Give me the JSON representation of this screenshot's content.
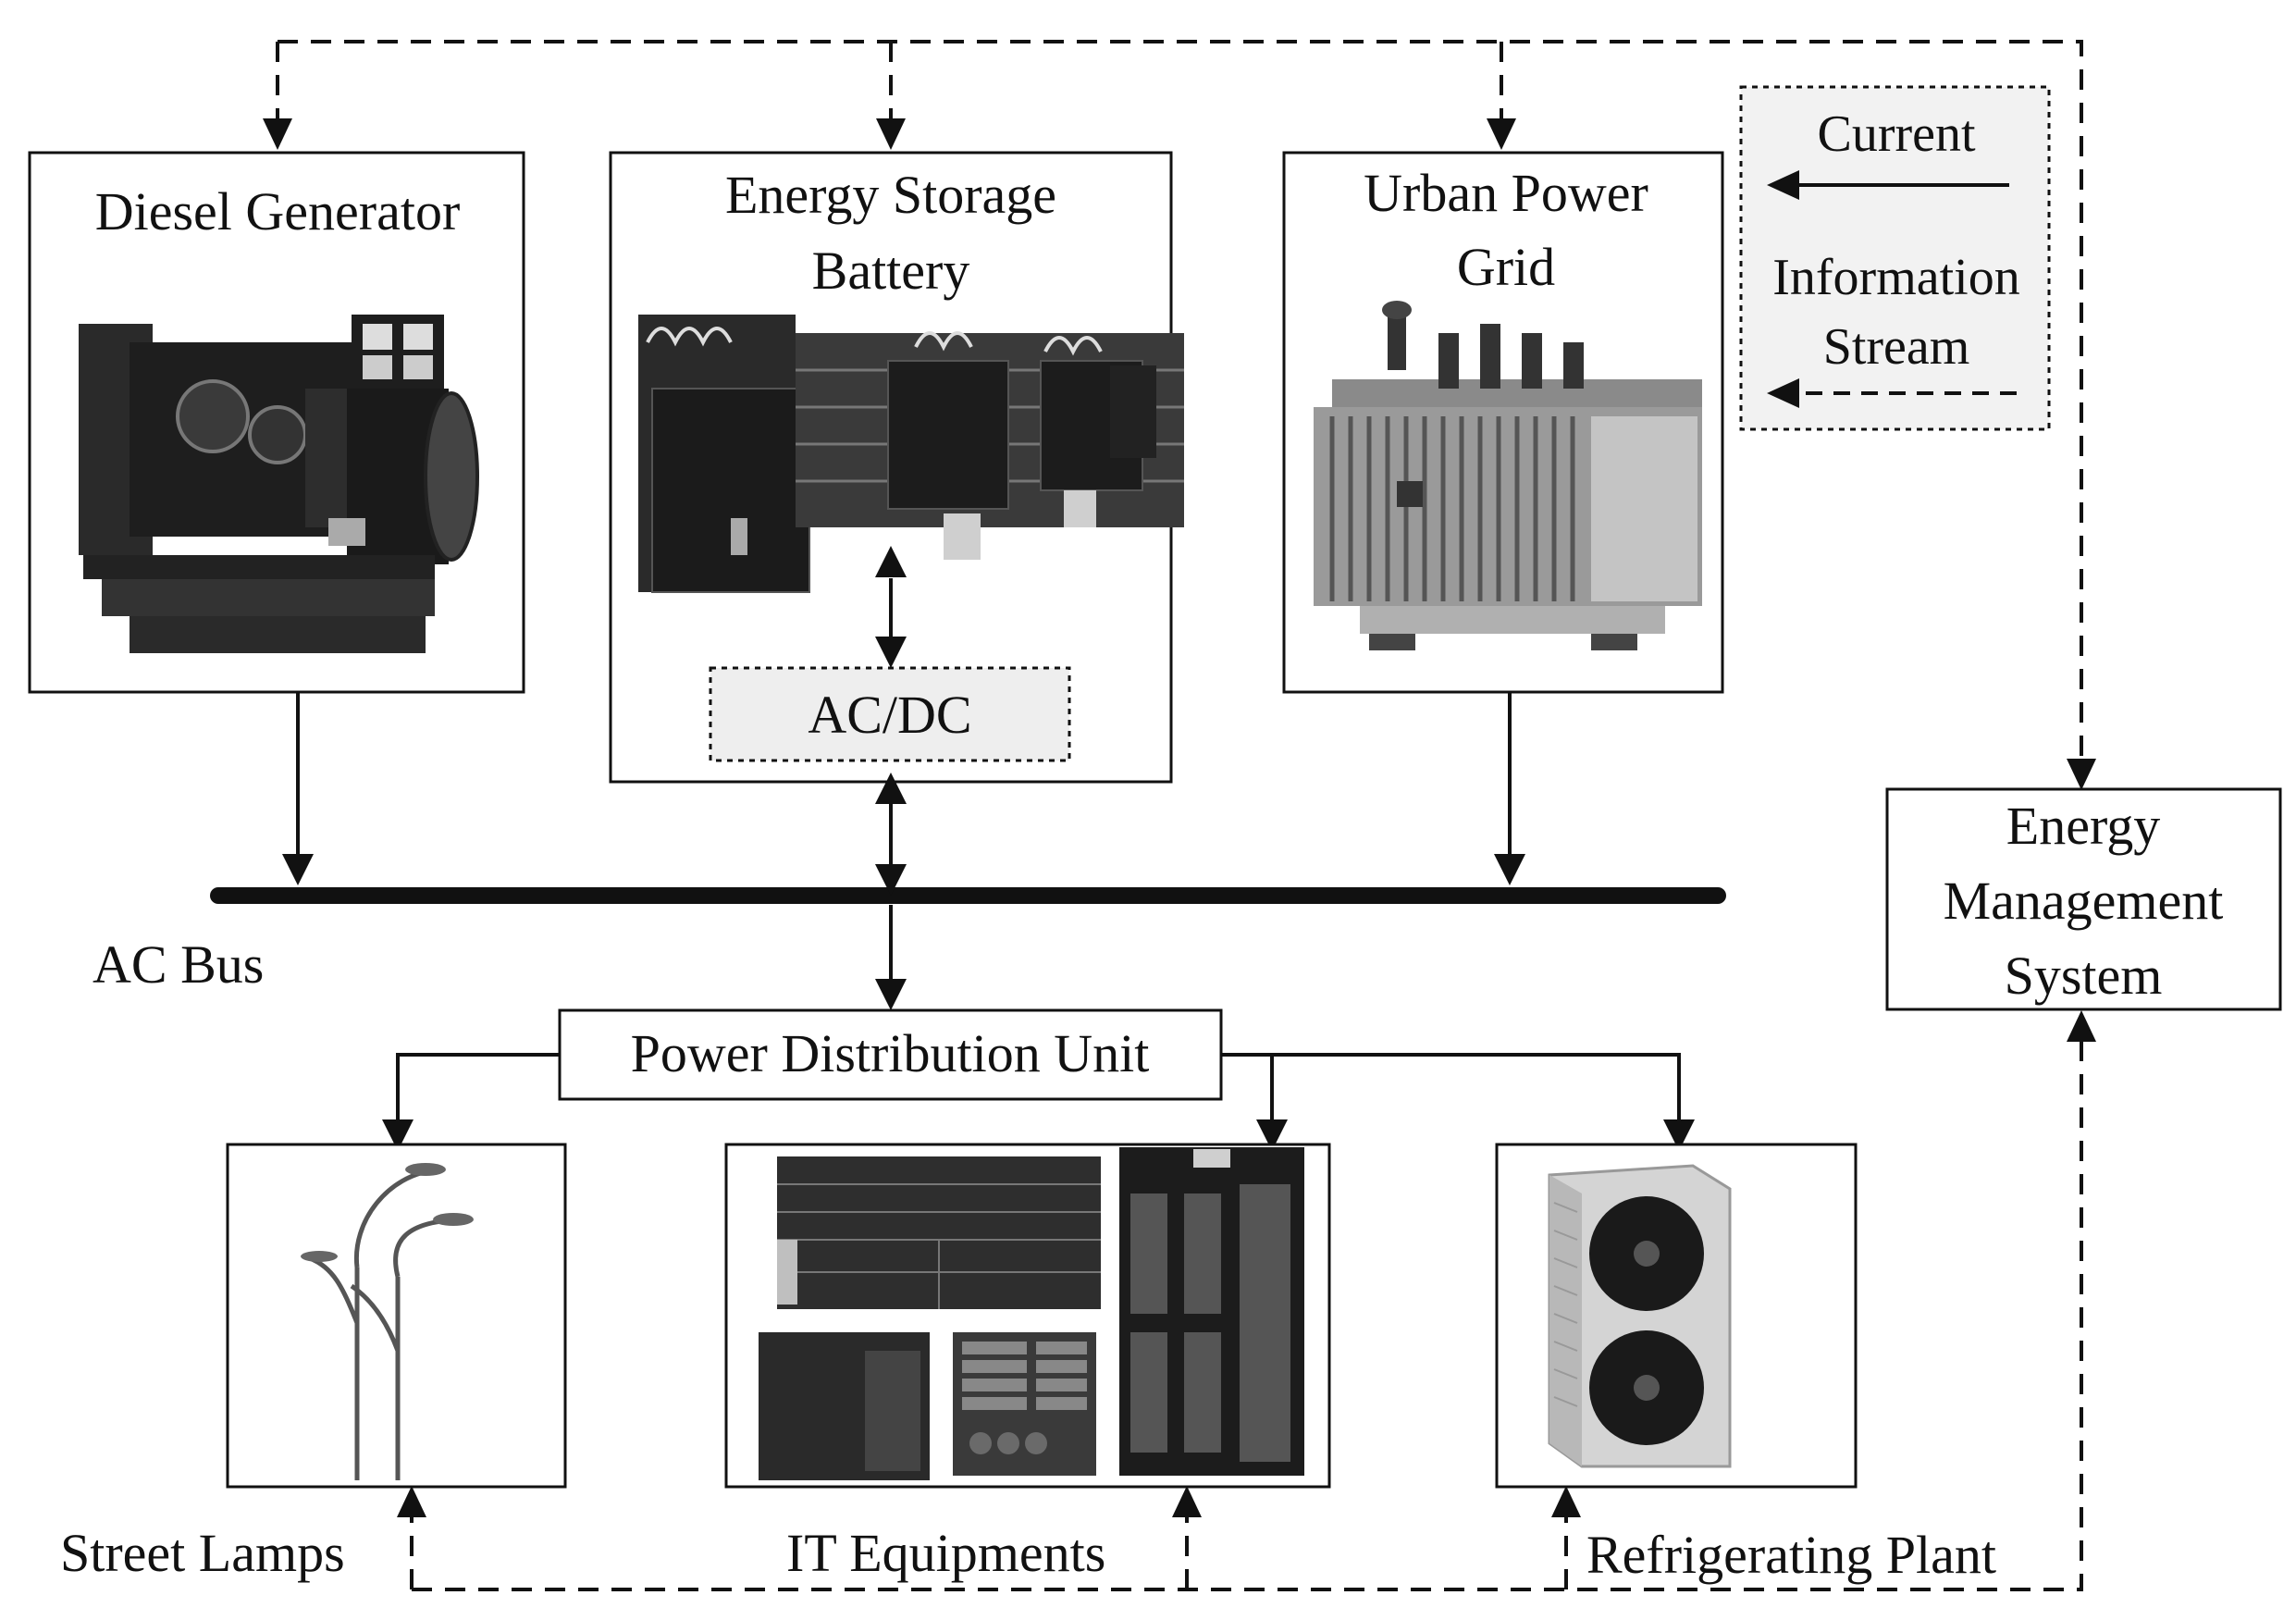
{
  "nodes": {
    "diesel_generator": {
      "label": "Diesel Generator",
      "icon": "diesel-generator-illustration"
    },
    "energy_storage": {
      "label_line1": "Energy Storage",
      "label_line2": "Battery",
      "icon": "battery-rack-illustration"
    },
    "ac_dc": {
      "label": "AC/DC"
    },
    "urban_grid": {
      "label_line1": "Urban Power",
      "label_line2": "Grid",
      "icon": "transformer-illustration"
    },
    "ems": {
      "label_line1": "Energy",
      "label_line2": "Management",
      "label_line3": "System"
    },
    "ac_bus": {
      "label": "AC Bus"
    },
    "pdu": {
      "label": "Power Distribution Unit"
    },
    "street_lamps": {
      "label": "Street Lamps",
      "icon": "street-lamp-illustration"
    },
    "it_equipment": {
      "label": "IT Equipments",
      "icon": "server-rack-illustration"
    },
    "refrigerating_plant": {
      "label": "Refrigerating Plant",
      "icon": "condenser-unit-illustration"
    }
  },
  "legend": {
    "current": "Current",
    "information_line1": "Information",
    "information_line2": "Stream"
  },
  "colors": {
    "stroke": "#111111",
    "legend_bg": "#f2f2f2",
    "acdc_bg": "#eeeeee",
    "photo_dark": "#1e1e1e",
    "photo_mid": "#555555",
    "photo_light": "#9a9a9a"
  }
}
